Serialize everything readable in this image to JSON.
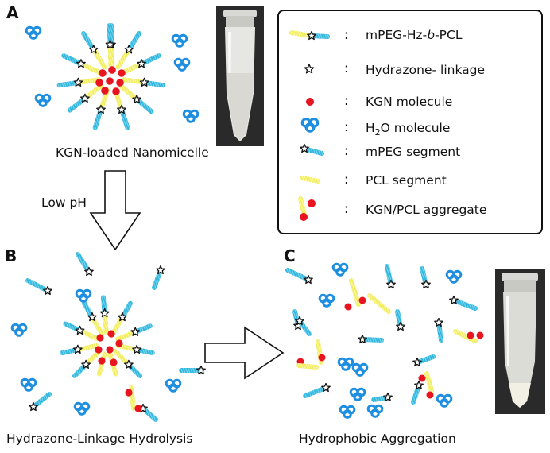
{
  "panels": {
    "a": {
      "letter": "A",
      "caption": "KGN-loaded Nanomicelle"
    },
    "b": {
      "letter": "B",
      "caption": "Hydrazone-Linkage  Hydrolysis"
    },
    "c": {
      "letter": "C",
      "caption": "Hydrophobic Aggregation"
    }
  },
  "arrow_label": "Low pH",
  "legend": {
    "colon": ":",
    "items": [
      {
        "key": "copolymer",
        "label_pre": "mPEG-Hz-",
        "label_italic": "b",
        "label_post": "-PCL"
      },
      {
        "key": "hydrazone",
        "label": "Hydrazone- linkage"
      },
      {
        "key": "kgn",
        "label": "KGN molecule"
      },
      {
        "key": "water",
        "label_pre": "H",
        "label_sub": "2",
        "label_post": "O molecule"
      },
      {
        "key": "mpeg",
        "label": "mPEG segment"
      },
      {
        "key": "pcl",
        "label": "PCL segment"
      },
      {
        "key": "aggregate",
        "label": "KGN/PCL aggregate"
      }
    ]
  },
  "colors": {
    "mpeg": "#35b8dd",
    "pcl": "#f2ee63",
    "kgn": "#e8141f",
    "water": "#1e8fe0",
    "star_fill": "#ffffff",
    "star_stroke": "#111111",
    "tube_bg": "#2a2a2a",
    "tube_liquid_clear": "#e6e6e2",
    "tube_sediment": "#f2efe4"
  },
  "icons": {
    "tube_a": "microcentrifuge-tube-clear",
    "tube_c": "microcentrifuge-tube-with-sediment",
    "arrow_down": "hollow-down-arrow",
    "arrow_right": "hollow-right-arrow"
  }
}
